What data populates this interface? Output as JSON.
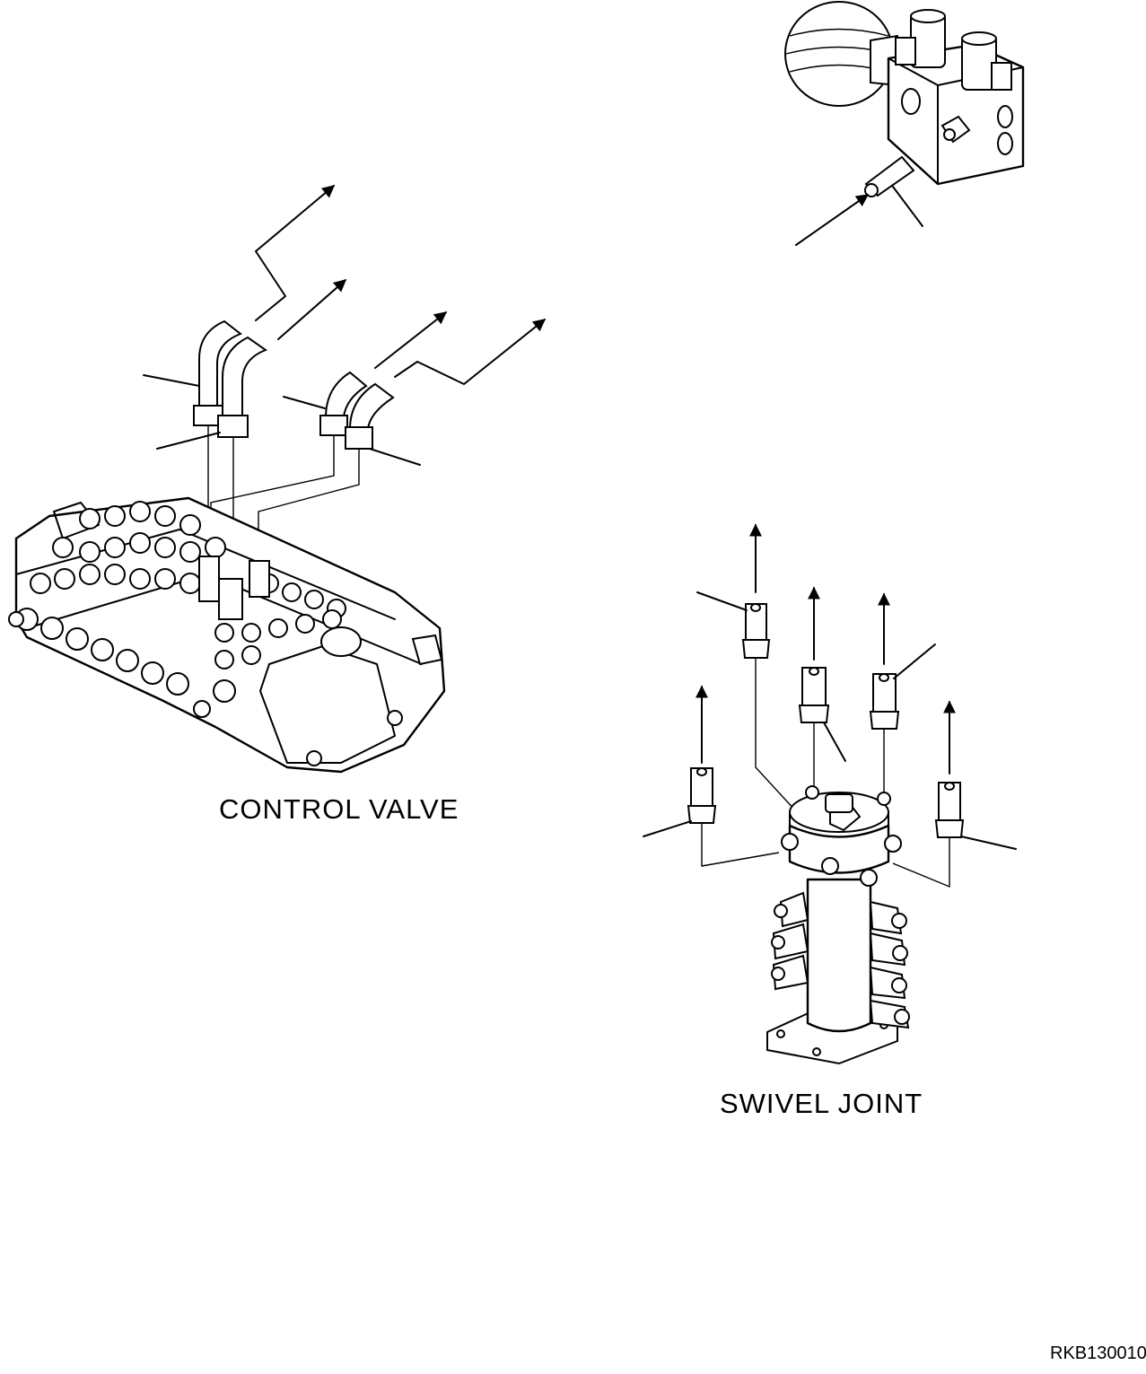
{
  "labels": {
    "control_valve": "CONTROL VALVE",
    "swivel_joint": "SWIVEL JOINT",
    "drawing_code": "RKB130010"
  }
}
